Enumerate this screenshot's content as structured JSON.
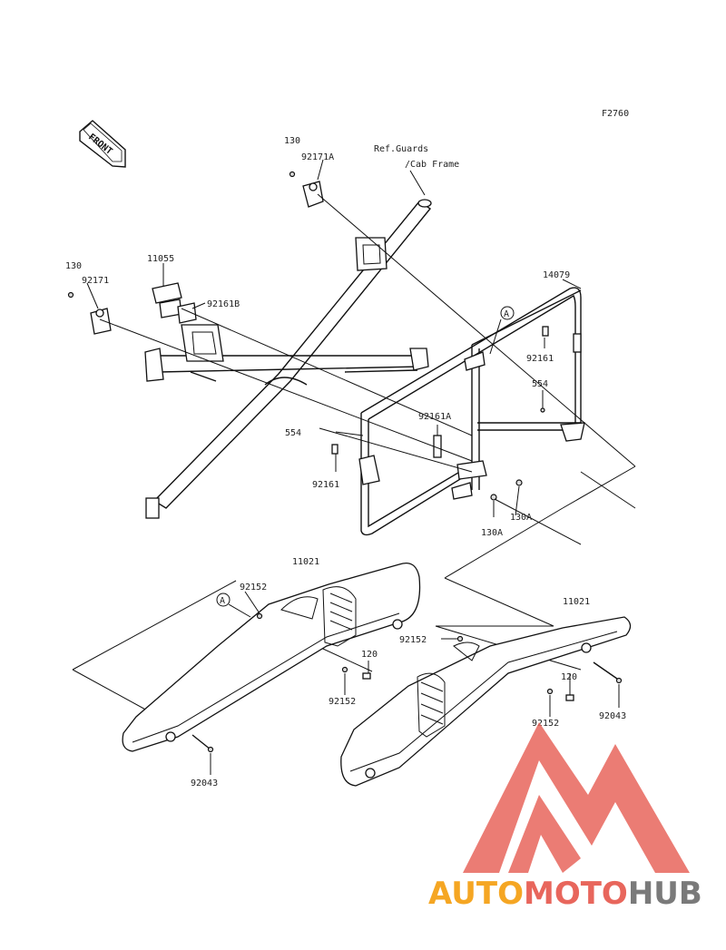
{
  "figure_code": "F2760",
  "front_arrow": "FRONT",
  "ref_note": {
    "line1": "Ref.Guards",
    "line2": "/Cab Frame"
  },
  "callouts": {
    "p130_top": "130",
    "p92171A": "92171A",
    "p130_left": "130",
    "p92171": "92171",
    "p11055": "11055",
    "p92161B": "92161B",
    "p14079": "14079",
    "p92161_right": "92161",
    "p554_right": "554",
    "p92161A": "92161A",
    "p554_left": "554",
    "p92161_left": "92161",
    "p130A_1": "130A",
    "p130A_2": "130A",
    "p11021_left": "11021",
    "p92152_left_a": "92152",
    "p120_left": "120",
    "p92152_left_b": "92152",
    "p92043_left": "92043",
    "p11021_right": "11021",
    "p92152_right_a": "92152",
    "p120_right": "120",
    "p92152_right_b": "92152",
    "p92043_right": "92043"
  },
  "ref_markers": {
    "a_top": "A",
    "a_bottom": "A"
  },
  "watermark": {
    "part1": "AUTO",
    "part2": "MOTO",
    "part3": "HUB",
    "color_orange": "#f5a623",
    "color_red": "#e8665c",
    "color_gray": "#7a7a7a"
  }
}
